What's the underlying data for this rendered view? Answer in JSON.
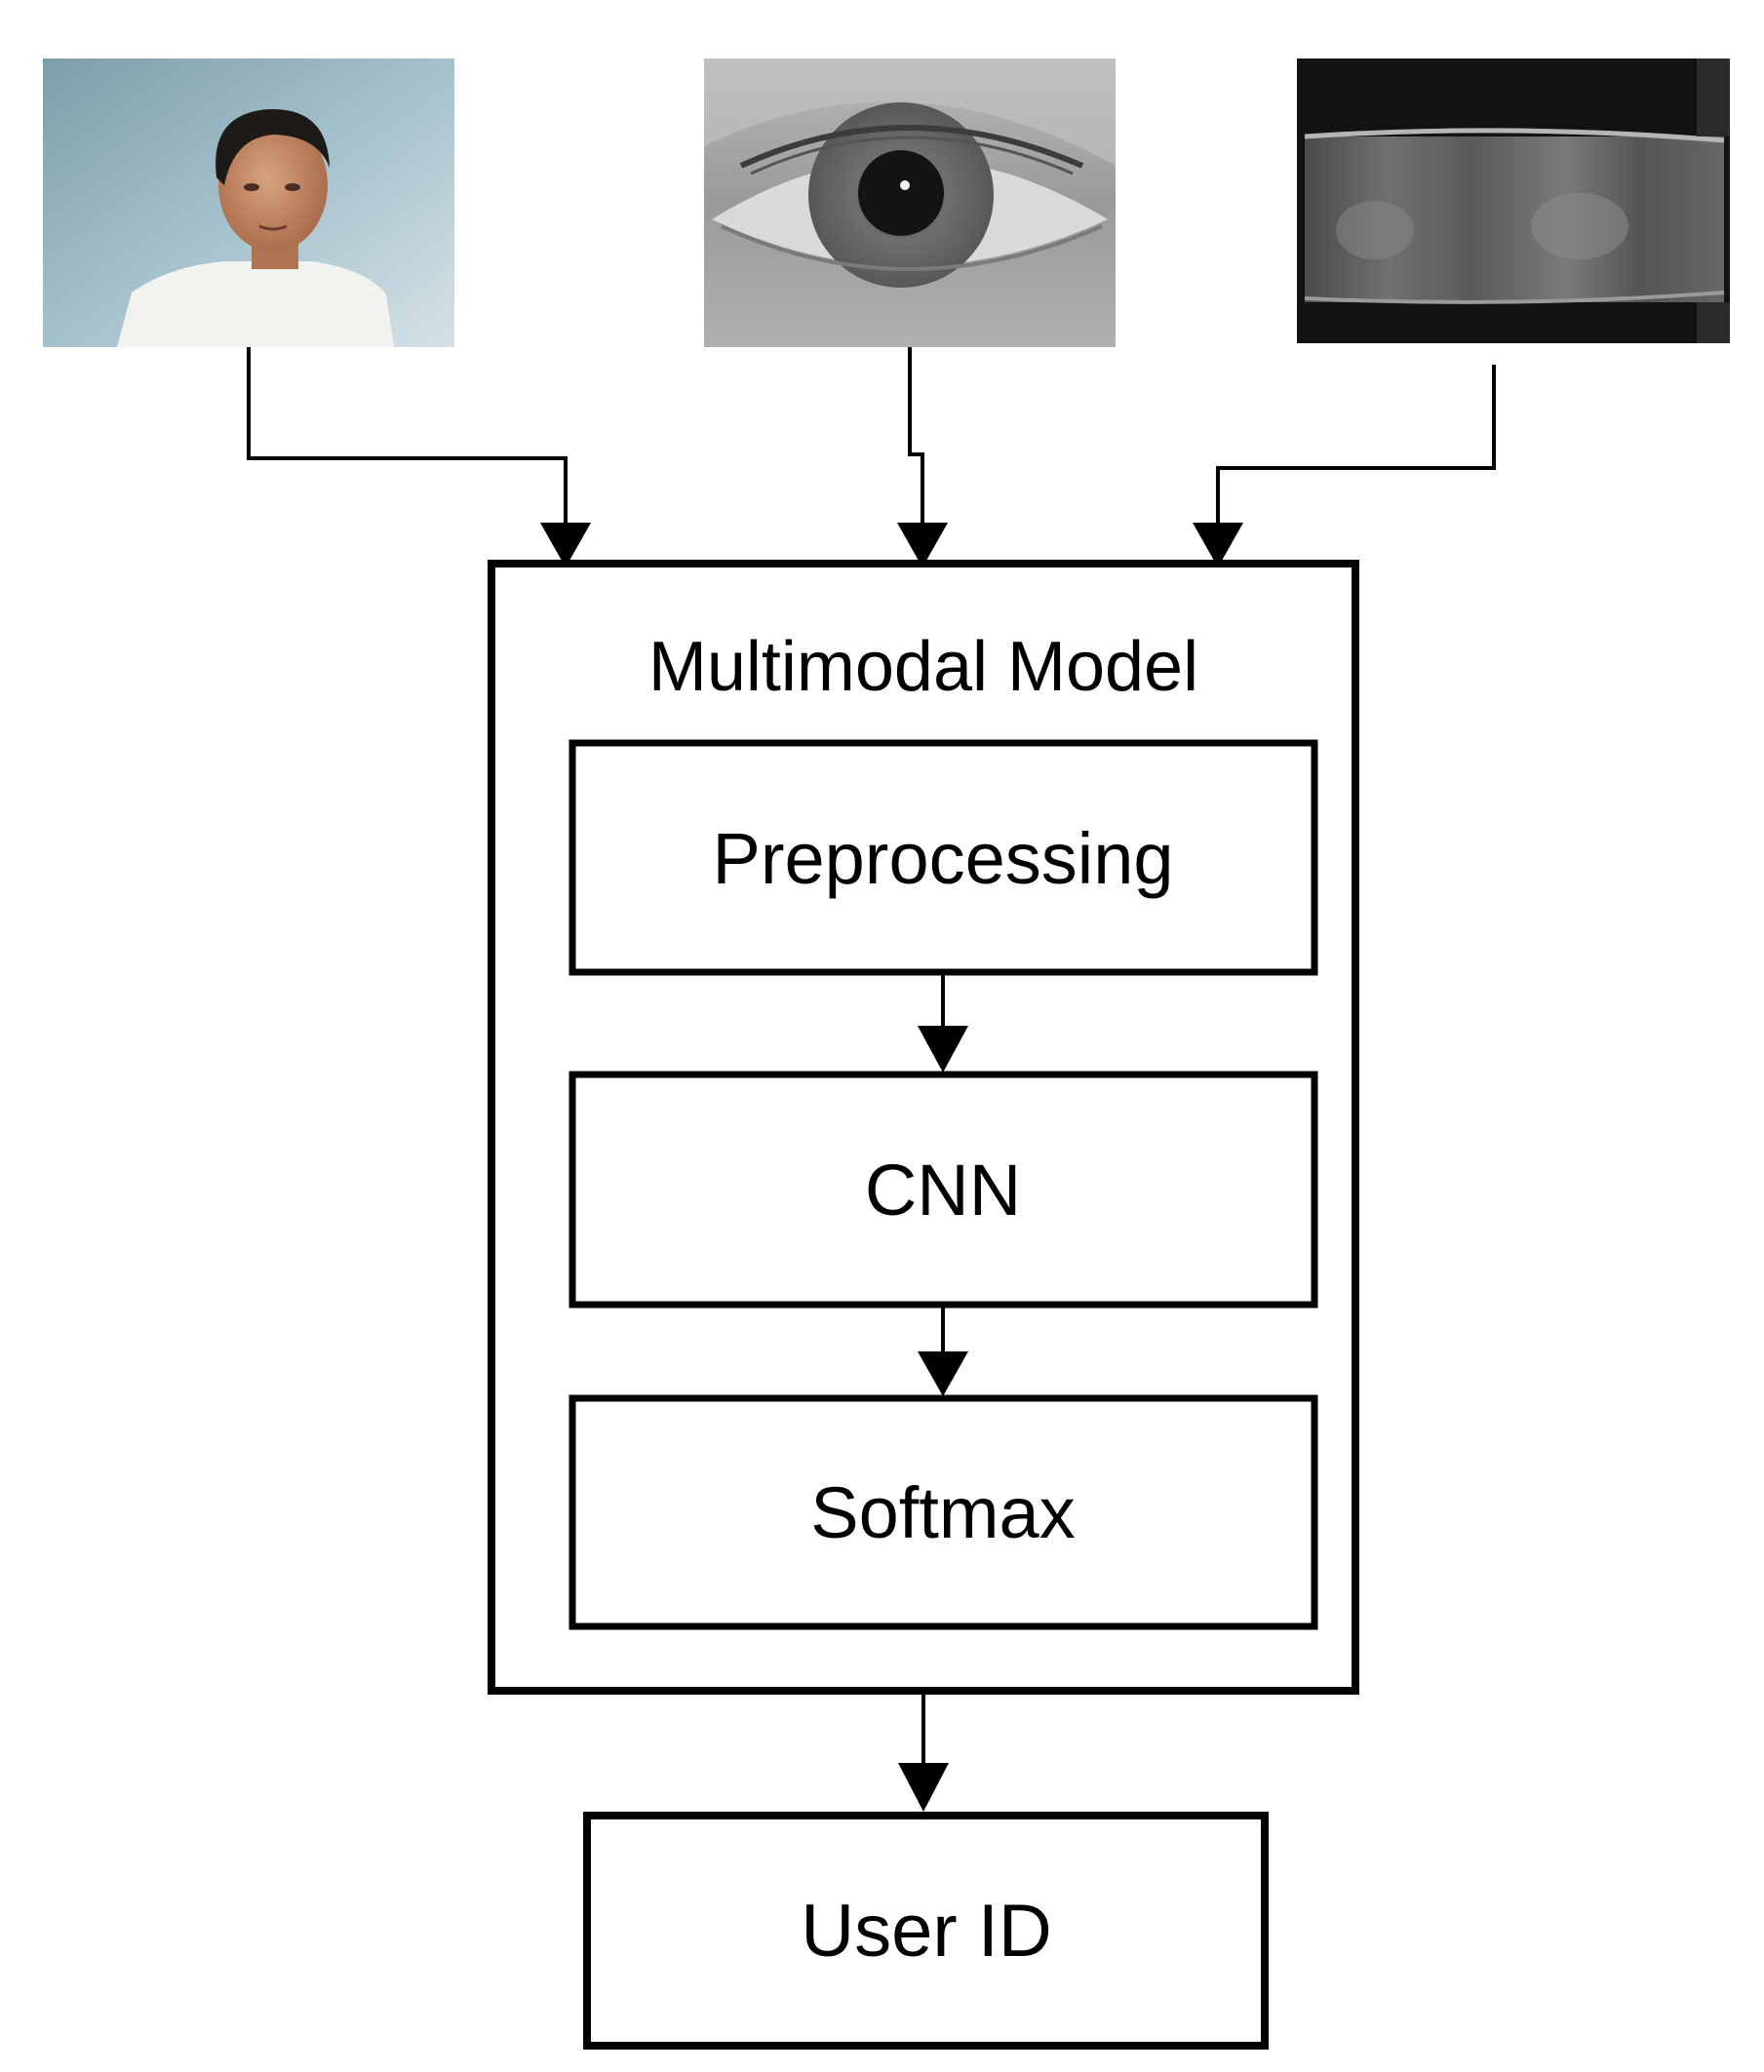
{
  "inputs": [
    {
      "id": "face-photo",
      "kind": "face"
    },
    {
      "id": "eye-photo",
      "kind": "eye"
    },
    {
      "id": "iris-strip",
      "kind": "normalized-iris"
    }
  ],
  "model": {
    "title": "Multimodal Model",
    "stages": [
      {
        "label": "Preprocessing"
      },
      {
        "label": "CNN"
      },
      {
        "label": "Softmax"
      }
    ]
  },
  "output": {
    "label": "User ID"
  },
  "colors": {
    "stroke": "#000000",
    "background": "#ffffff"
  }
}
